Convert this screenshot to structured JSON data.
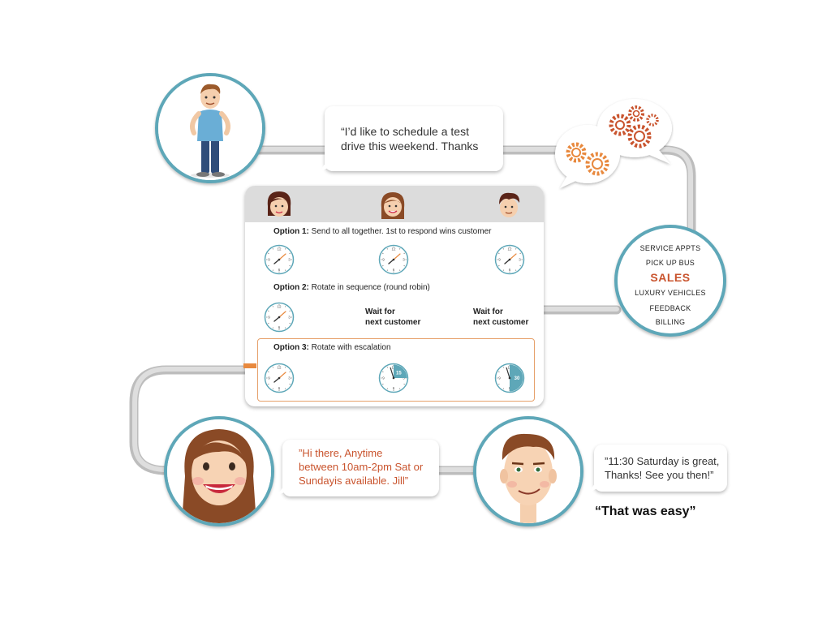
{
  "bubbles": {
    "customer_request": [
      "“I’d like to schedule a test",
      "drive this weekend. Thanks"
    ],
    "jill_reply": [
      "”Hi there, Anytime",
      "between 10am-2pm Sat or",
      "Sundayis available. Jill”"
    ],
    "customer_confirm": [
      "”11:30 Saturday is great,",
      "Thanks! See you then!”"
    ]
  },
  "tagline": "“That was easy”",
  "routing": {
    "option1": {
      "label": "Option 1:",
      "text": "Send to all together. 1st to respond wins customer"
    },
    "option2": {
      "label": "Option 2:",
      "text": "Rotate in sequence (round robin)"
    },
    "option3": {
      "label": "Option 3:",
      "text": "Rotate with escalation"
    },
    "wait_line1": "Wait for",
    "wait_line2": "next customer",
    "escalation_minutes": [
      "15",
      "30"
    ]
  },
  "services": [
    "SERVICE APPTS",
    "PICK UP BUS",
    "SALES",
    "LUXURY VEHICLES",
    "FEEDBACK",
    "BILLING"
  ],
  "colors": {
    "accent_teal": "#5ea7b8",
    "accent_orange": "#e8893e",
    "highlight_red": "#c9542e",
    "pipe_gray": "#cfcfcf"
  },
  "icons": [
    "customer-avatar-icon",
    "agent-female-dark-icon",
    "agent-female-icon",
    "agent-male-icon",
    "gears-icon",
    "clock-icon"
  ]
}
